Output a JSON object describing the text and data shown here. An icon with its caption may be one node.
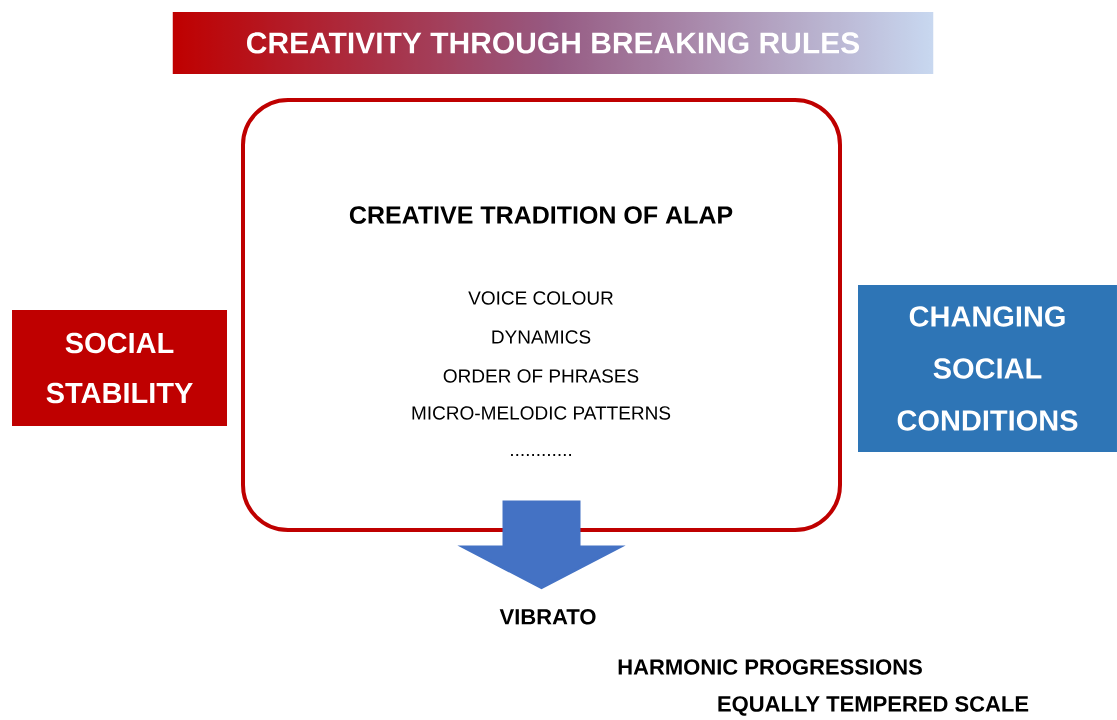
{
  "diagram": {
    "nodes": [
      {
        "text": [
          "CREATIVITY THROUGH BREAKING RULES"
        ]
      },
      {
        "text": [
          "CREATIVE TRADITION OF ALAP",
          "VOICE COLOUR",
          "DYNAMICS",
          "ORDER OF PHRASES",
          "MICRO-MELODIC PATTERNS",
          "............"
        ]
      },
      {
        "text": [
          "SOCIAL STABILITY"
        ]
      },
      {
        "text": [
          "CHANGING SOCIAL CONDITIONS"
        ]
      },
      {
        "text": [
          "VIBRATO"
        ]
      }
    ],
    "edges": [
      {
        "from": 1,
        "to": 4,
        "arrow": "to",
        "style": "thick",
        "color": "#4472c4"
      }
    ],
    "labels": [
      "HARMONIC PROGRESSIONS",
      "EQUALLY TEMPERED SCALE"
    ]
  }
}
